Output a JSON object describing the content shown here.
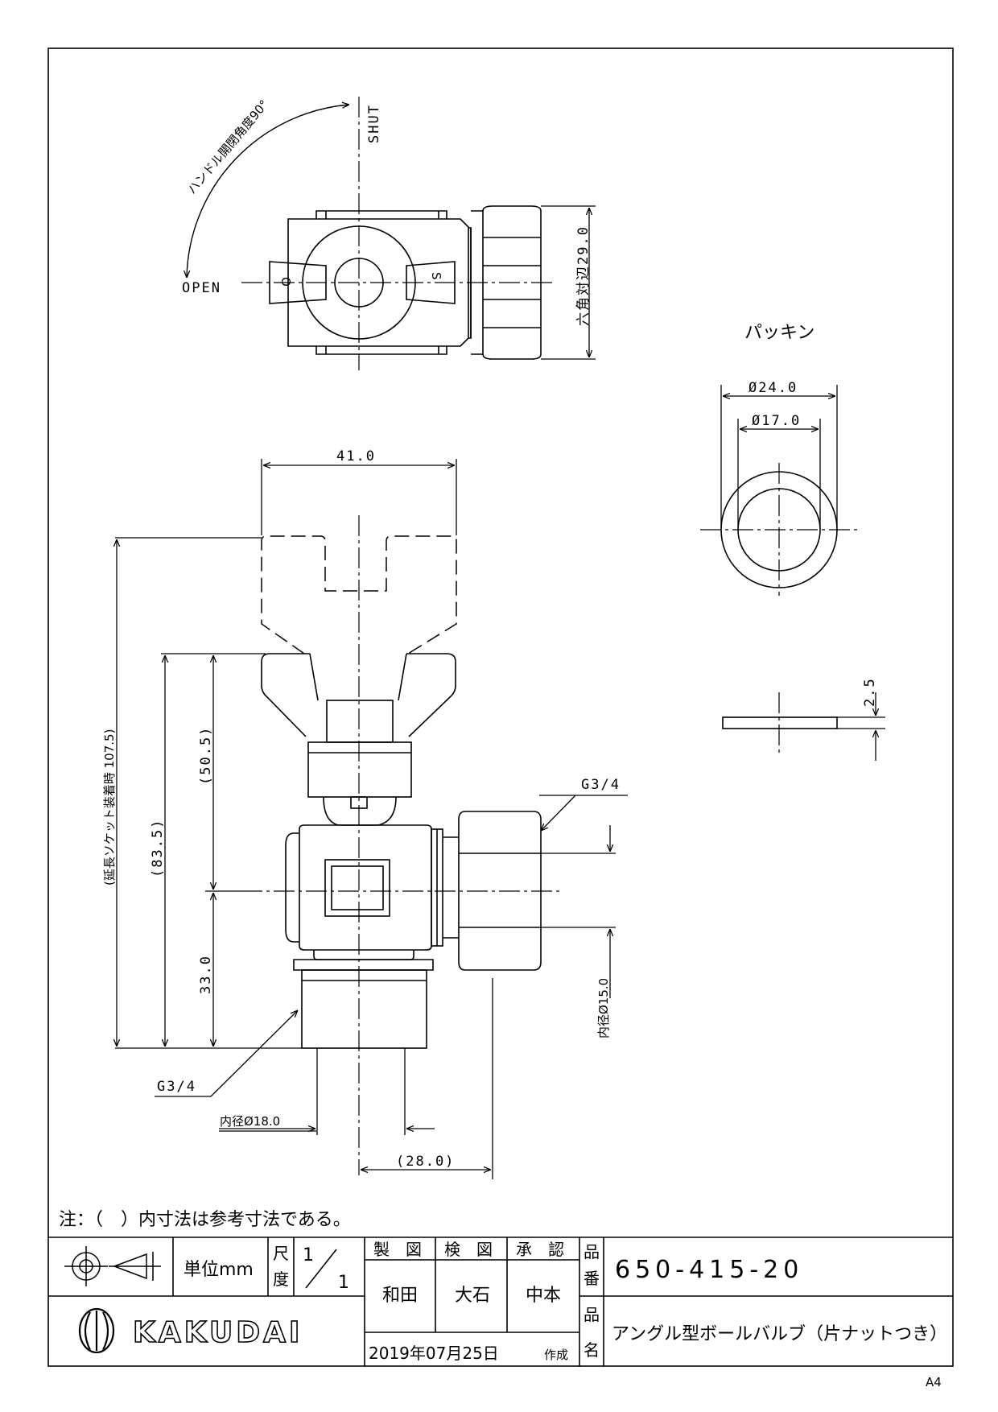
{
  "top_view": {
    "shut": "SHUT",
    "open": "OPEN",
    "angle": "ハンドル開閉角度90°",
    "hex": "六角対辺29.0",
    "mark_o": "O",
    "mark_s": "S"
  },
  "packing": {
    "title": "パッキン",
    "outer": "Ø24.0",
    "inner": "Ø17.0",
    "thickness": "2.5"
  },
  "front_view": {
    "width": "41.0",
    "socket": "(延長ソケット装着時 107.5)",
    "h83": "(83.5)",
    "h50": "(50.5)",
    "h33": "33.0",
    "thread_side": "G3/4",
    "thread_bottom": "G3/4",
    "bore_side": "内径Ø15.0",
    "bore_bottom": "内径Ø18.0",
    "offset": "(28.0)"
  },
  "note": "注：（　）内寸法は参考寸法である。",
  "title_block": {
    "unit": "単位mm",
    "scale_label_1": "尺",
    "scale_label_2": "度",
    "scale_num": "1",
    "scale_den": "1",
    "drawn_h": "製　図",
    "checked_h": "検　図",
    "approved_h": "承　認",
    "drawn": "和田",
    "checked": "大石",
    "approved": "中本",
    "date": "2019年07月25日",
    "created": "作成",
    "pn_label_1": "品",
    "pn_label_2": "番",
    "pname_label_1": "品",
    "pname_label_2": "名",
    "part_number": "650-415-20",
    "part_name": "アングル型ボールバルブ（片ナットつき）",
    "company": "KAKUDAI",
    "paper": "A4"
  }
}
